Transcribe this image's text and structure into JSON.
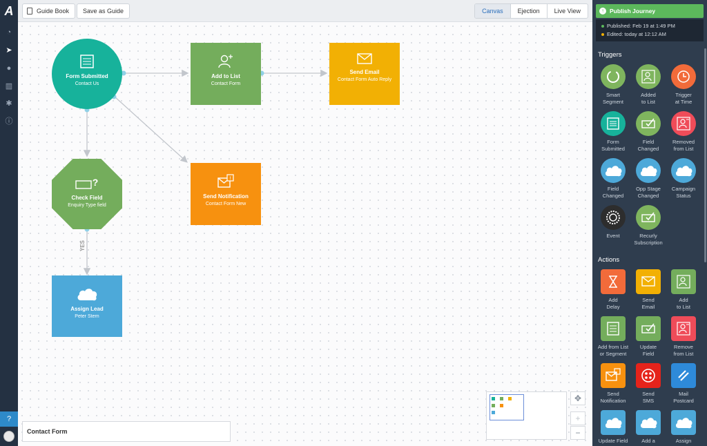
{
  "toolbar": {
    "guide_book": "Guide Book",
    "save_as_guide": "Save as Guide",
    "views": [
      "Canvas",
      "Ejection",
      "Live View"
    ]
  },
  "canvas": {
    "nodes": {
      "form_submitted": {
        "title": "Form Submitted",
        "sub": "Contact Us",
        "color": "#17b29b"
      },
      "add_to_list": {
        "title": "Add to List",
        "sub": "Contact Form",
        "color": "#74ad5c"
      },
      "send_email": {
        "title": "Send Email",
        "sub": "Contact Form Auto Reply",
        "color": "#f2b004"
      },
      "send_notification": {
        "title": "Send Notification",
        "sub": "Contact Form New",
        "color": "#f7910f"
      },
      "check_field": {
        "title": "Check Field",
        "sub": "Enquiry Type field",
        "color": "#74ad5c"
      },
      "assign_lead": {
        "title": "Assign Lead",
        "sub": "Peter Stern",
        "color": "#4da9d9"
      }
    },
    "branch_label": "YES",
    "contact_form_label": "Contact Form"
  },
  "panel": {
    "publish_label": "Publish Journey",
    "published": "Published: Feb 19 at 1:49 PM",
    "edited": "Edited: today at 12:12 AM",
    "triggers_heading": "Triggers",
    "actions_heading": "Actions",
    "triggers": [
      {
        "label1": "Smart",
        "label2": "Segment",
        "icon": "segment-icon",
        "color": "#7fb55e"
      },
      {
        "label1": "Added",
        "label2": "to List",
        "icon": "add-user-icon",
        "color": "#7fb55e"
      },
      {
        "label1": "Trigger",
        "label2": "at Time",
        "icon": "clock-icon",
        "color": "#f26b3a"
      },
      {
        "label1": "Form",
        "label2": "Submitted",
        "icon": "form-icon",
        "color": "#17b29b"
      },
      {
        "label1": "Field",
        "label2": "Changed",
        "icon": "field-icon",
        "color": "#7fb55e"
      },
      {
        "label1": "Removed",
        "label2": "from List",
        "icon": "remove-user-icon",
        "color": "#ef4c59"
      },
      {
        "label1": "Field",
        "label2": "Changed",
        "icon": "salesforce-cloud-icon",
        "color": "#4da9d9"
      },
      {
        "label1": "Opp Stage",
        "label2": "Changed",
        "icon": "salesforce-cloud-icon",
        "color": "#4da9d9"
      },
      {
        "label1": "Campaign",
        "label2": "Status",
        "icon": "salesforce-cloud-icon",
        "color": "#4da9d9"
      },
      {
        "label1": "Event",
        "label2": "",
        "icon": "event-icon",
        "color": "#2d2d2d"
      },
      {
        "label1": "Recurly",
        "label2": "Subscription",
        "icon": "field-icon",
        "color": "#7fb55e"
      }
    ],
    "actions": [
      {
        "label1": "Add",
        "label2": "Delay",
        "icon": "hourglass-icon",
        "color": "#f26b3a"
      },
      {
        "label1": "Send",
        "label2": "Email",
        "icon": "email-icon",
        "color": "#f2b004"
      },
      {
        "label1": "Add",
        "label2": "to List",
        "icon": "add-user-icon",
        "color": "#74ad5c"
      },
      {
        "label1": "Add from List",
        "label2": "or Segment",
        "icon": "list-icon",
        "color": "#74ad5c"
      },
      {
        "label1": "Update",
        "label2": "Field",
        "icon": "field-icon",
        "color": "#74ad5c"
      },
      {
        "label1": "Remove",
        "label2": "from List",
        "icon": "remove-user-icon",
        "color": "#ef4c59"
      },
      {
        "label1": "Send",
        "label2": "Notification",
        "icon": "notification-icon",
        "color": "#f7910f"
      },
      {
        "label1": "Send",
        "label2": "SMS",
        "icon": "sms-icon",
        "color": "#e5231b"
      },
      {
        "label1": "Mail",
        "label2": "Postcard",
        "icon": "postcard-icon",
        "color": "#2e8ad9"
      },
      {
        "label1": "Update Field",
        "label2": "",
        "icon": "salesforce-cloud-icon",
        "color": "#4da9d9"
      },
      {
        "label1": "Add a",
        "label2": "",
        "icon": "salesforce-cloud-icon",
        "color": "#4da9d9"
      },
      {
        "label1": "Assign",
        "label2": "",
        "icon": "salesforce-cloud-icon",
        "color": "#4da9d9"
      }
    ]
  }
}
